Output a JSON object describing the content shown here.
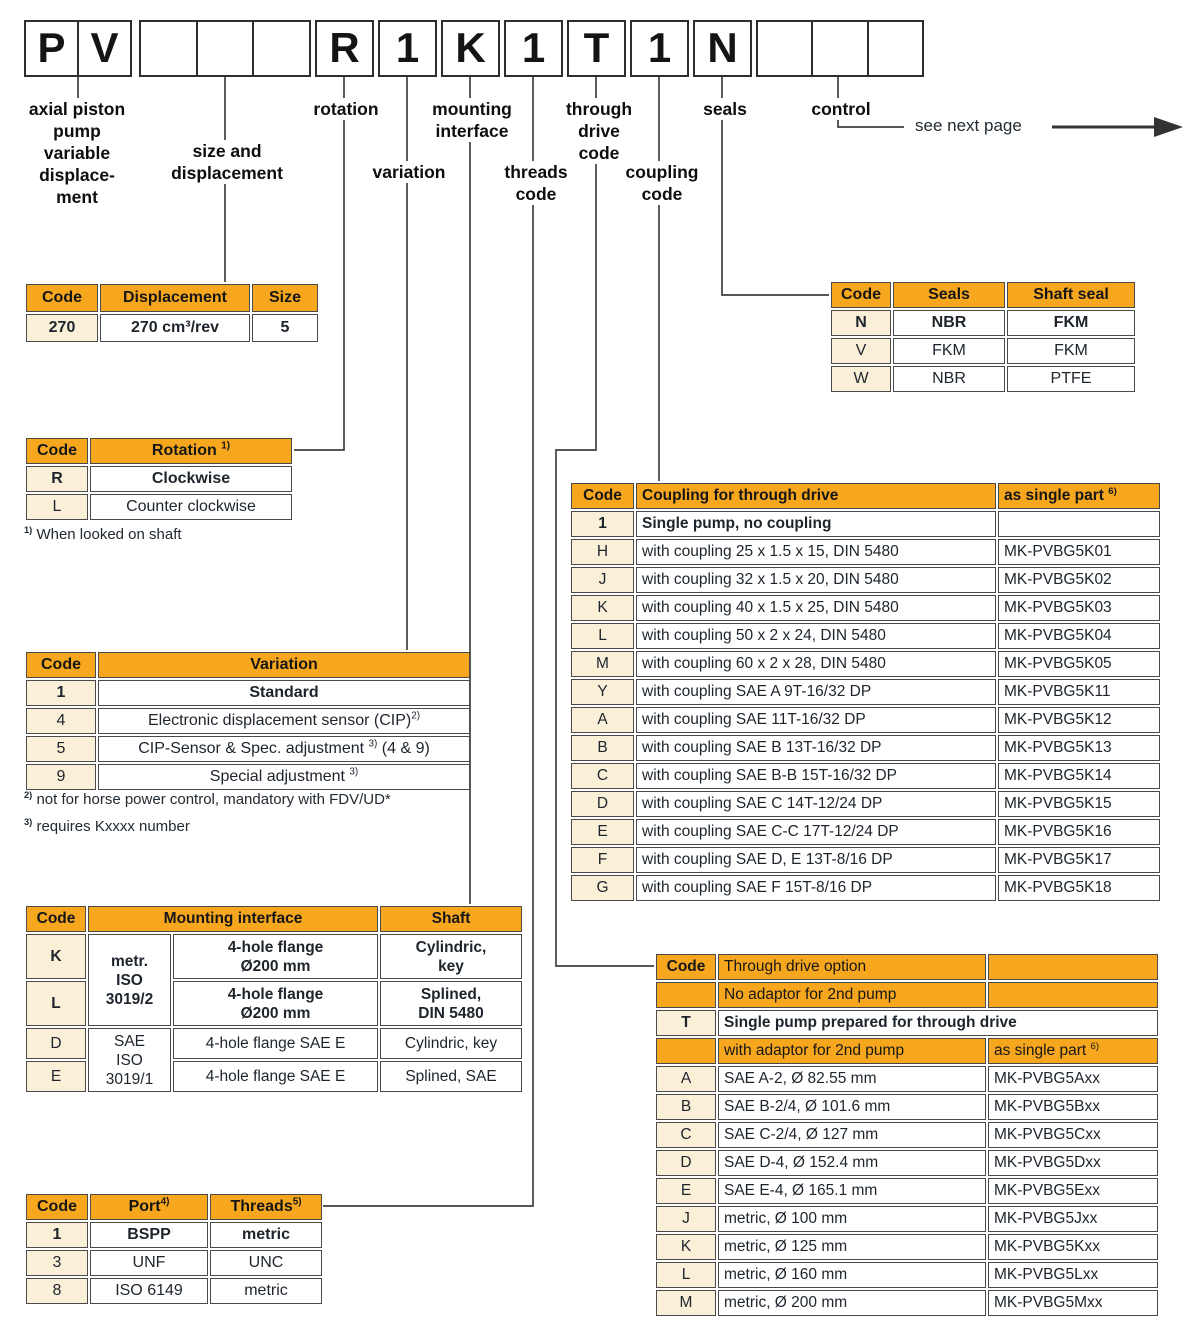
{
  "colors": {
    "header_orange": "#F7A71E",
    "code_cream": "#FAF0D8",
    "grid_border": "#4A4A4A"
  },
  "model_code": {
    "cells": [
      "P",
      "V",
      "",
      "",
      "",
      "R",
      "1",
      "K",
      "1",
      "T",
      "1",
      "N",
      "",
      "",
      ""
    ]
  },
  "labels": {
    "pump": "axial piston\npump\nvariable\ndisplace-\nment",
    "size": "size and\ndisplacement",
    "rotation": "rotation",
    "variation": "variation",
    "mounting": "mounting\ninterface",
    "threads": "threads\ncode",
    "through": "through\ndrive\ncode",
    "coupling": "coupling\ncode",
    "seals": "seals",
    "control": "control",
    "see_next_page": "see next page"
  },
  "tables": {
    "displacement": {
      "headers": [
        "Code",
        "Displacement",
        "Size"
      ],
      "row": {
        "code": "270",
        "displacement": "270 cm³/rev",
        "size": "5"
      }
    },
    "rotation": {
      "header_code": "Code",
      "header_label": "Rotation ",
      "header_sup": "1)",
      "rows": [
        {
          "code": "R",
          "label": "Clockwise"
        },
        {
          "code": "L",
          "label": "Counter clockwise"
        }
      ],
      "footnote_sup": "1)",
      "footnote": "When looked on shaft"
    },
    "seals": {
      "headers": [
        "Code",
        "Seals",
        "Shaft seal"
      ],
      "rows": [
        [
          "N",
          "NBR",
          "FKM"
        ],
        [
          "V",
          "FKM",
          "FKM"
        ],
        [
          "W",
          "NBR",
          "PTFE"
        ]
      ]
    },
    "variation": {
      "header_code": "Code",
      "header_label": "Variation",
      "rows": [
        {
          "code": "1",
          "pre": "Standard",
          "sup": "",
          "post": ""
        },
        {
          "code": "4",
          "pre": "Electronic displacement sensor (CIP)",
          "sup": "2)",
          "post": ""
        },
        {
          "code": "5",
          "pre": "CIP-Sensor & Spec. adjustment ",
          "sup": "3)",
          "post": " (4 & 9)"
        },
        {
          "code": "9",
          "pre": "Special adjustment ",
          "sup": "3)",
          "post": ""
        }
      ],
      "footnotes": [
        {
          "sup": "2)",
          "text": "not for horse power control, mandatory with FDV/UD*"
        },
        {
          "sup": "3)",
          "text": "requires Kxxxx number"
        }
      ]
    },
    "coupling": {
      "header_code": "Code",
      "header_desc": "Coupling for through drive",
      "header_part": "as single part ",
      "header_part_sup": "6)",
      "rows": [
        {
          "code": "1",
          "desc": "Single pump, no coupling",
          "part": ""
        },
        {
          "code": "H",
          "desc": "with coupling 25 x 1.5 x 15, DIN 5480",
          "part": "MK-PVBG5K01"
        },
        {
          "code": "J",
          "desc": "with coupling 32 x 1.5 x 20, DIN 5480",
          "part": "MK-PVBG5K02"
        },
        {
          "code": "K",
          "desc": "with coupling 40 x 1.5 x 25, DIN 5480",
          "part": "MK-PVBG5K03"
        },
        {
          "code": "L",
          "desc": "with coupling 50 x 2 x 24, DIN 5480",
          "part": "MK-PVBG5K04"
        },
        {
          "code": "M",
          "desc": "with coupling 60 x 2 x 28, DIN 5480",
          "part": "MK-PVBG5K05"
        },
        {
          "code": "Y",
          "desc": "with coupling SAE A 9T-16/32 DP",
          "part": "MK-PVBG5K11"
        },
        {
          "code": "A",
          "desc": "with coupling SAE 11T-16/32 DP",
          "part": "MK-PVBG5K12"
        },
        {
          "code": "B",
          "desc": "with coupling SAE B 13T-16/32 DP",
          "part": "MK-PVBG5K13"
        },
        {
          "code": "C",
          "desc": "with coupling SAE B-B 15T-16/32 DP",
          "part": "MK-PVBG5K14"
        },
        {
          "code": "D",
          "desc": "with coupling SAE C 14T-12/24 DP",
          "part": "MK-PVBG5K15"
        },
        {
          "code": "E",
          "desc": "with coupling SAE C-C 17T-12/24 DP",
          "part": "MK-PVBG5K16"
        },
        {
          "code": "F",
          "desc": "with coupling SAE D, E 13T-8/16 DP",
          "part": "MK-PVBG5K17"
        },
        {
          "code": "G",
          "desc": "with coupling SAE F 15T-8/16 DP",
          "part": "MK-PVBG5K18"
        }
      ]
    },
    "mounting": {
      "header_code": "Code",
      "header_iface": "Mounting interface",
      "header_shaft": "Shaft",
      "group_metric": "metr.\nISO\n3019/2",
      "group_sae": "SAE\nISO\n3019/1",
      "rows": [
        {
          "code": "K",
          "flange": "4-hole flange\nØ200 mm",
          "shaft": "Cylindric,\nkey"
        },
        {
          "code": "L",
          "flange": "4-hole flange\nØ200 mm",
          "shaft": "Splined,\nDIN 5480"
        },
        {
          "code": "D",
          "flange": "4-hole flange SAE E",
          "shaft": "Cylindric, key"
        },
        {
          "code": "E",
          "flange": "4-hole flange SAE E",
          "shaft": "Splined, SAE"
        }
      ]
    },
    "through_drive": {
      "header_code": "Code",
      "header_option": "Through drive option",
      "no_adaptor": "No adaptor for 2nd pump",
      "t_code": "T",
      "t_label": "Single pump prepared for through drive",
      "header_adaptor": "with adaptor for 2nd pump",
      "header_part": "as single part ",
      "header_part_sup": "6)",
      "rows": [
        {
          "code": "A",
          "desc": "SAE A-2, Ø 82.55 mm",
          "part": "MK-PVBG5Axx"
        },
        {
          "code": "B",
          "desc": "SAE B-2/4, Ø 101.6 mm",
          "part": "MK-PVBG5Bxx"
        },
        {
          "code": "C",
          "desc": "SAE C-2/4, Ø 127 mm",
          "part": "MK-PVBG5Cxx"
        },
        {
          "code": "D",
          "desc": "SAE D-4, Ø 152.4 mm",
          "part": "MK-PVBG5Dxx"
        },
        {
          "code": "E",
          "desc": "SAE E-4, Ø 165.1 mm",
          "part": "MK-PVBG5Exx"
        },
        {
          "code": "J",
          "desc": "metric, Ø 100 mm",
          "part": "MK-PVBG5Jxx"
        },
        {
          "code": "K",
          "desc": "metric, Ø 125 mm",
          "part": "MK-PVBG5Kxx"
        },
        {
          "code": "L",
          "desc": "metric, Ø 160 mm",
          "part": "MK-PVBG5Lxx"
        },
        {
          "code": "M",
          "desc": "metric, Ø 200 mm",
          "part": "MK-PVBG5Mxx"
        }
      ]
    },
    "port": {
      "header_code": "Code",
      "header_port": "Port",
      "header_port_sup": "4)",
      "header_threads": "Threads",
      "header_threads_sup": "5)",
      "rows": [
        {
          "code": "1",
          "port": "BSPP",
          "threads": "metric"
        },
        {
          "code": "3",
          "port": "UNF",
          "threads": "UNC"
        },
        {
          "code": "8",
          "port": "ISO 6149",
          "threads": "metric"
        }
      ]
    }
  }
}
